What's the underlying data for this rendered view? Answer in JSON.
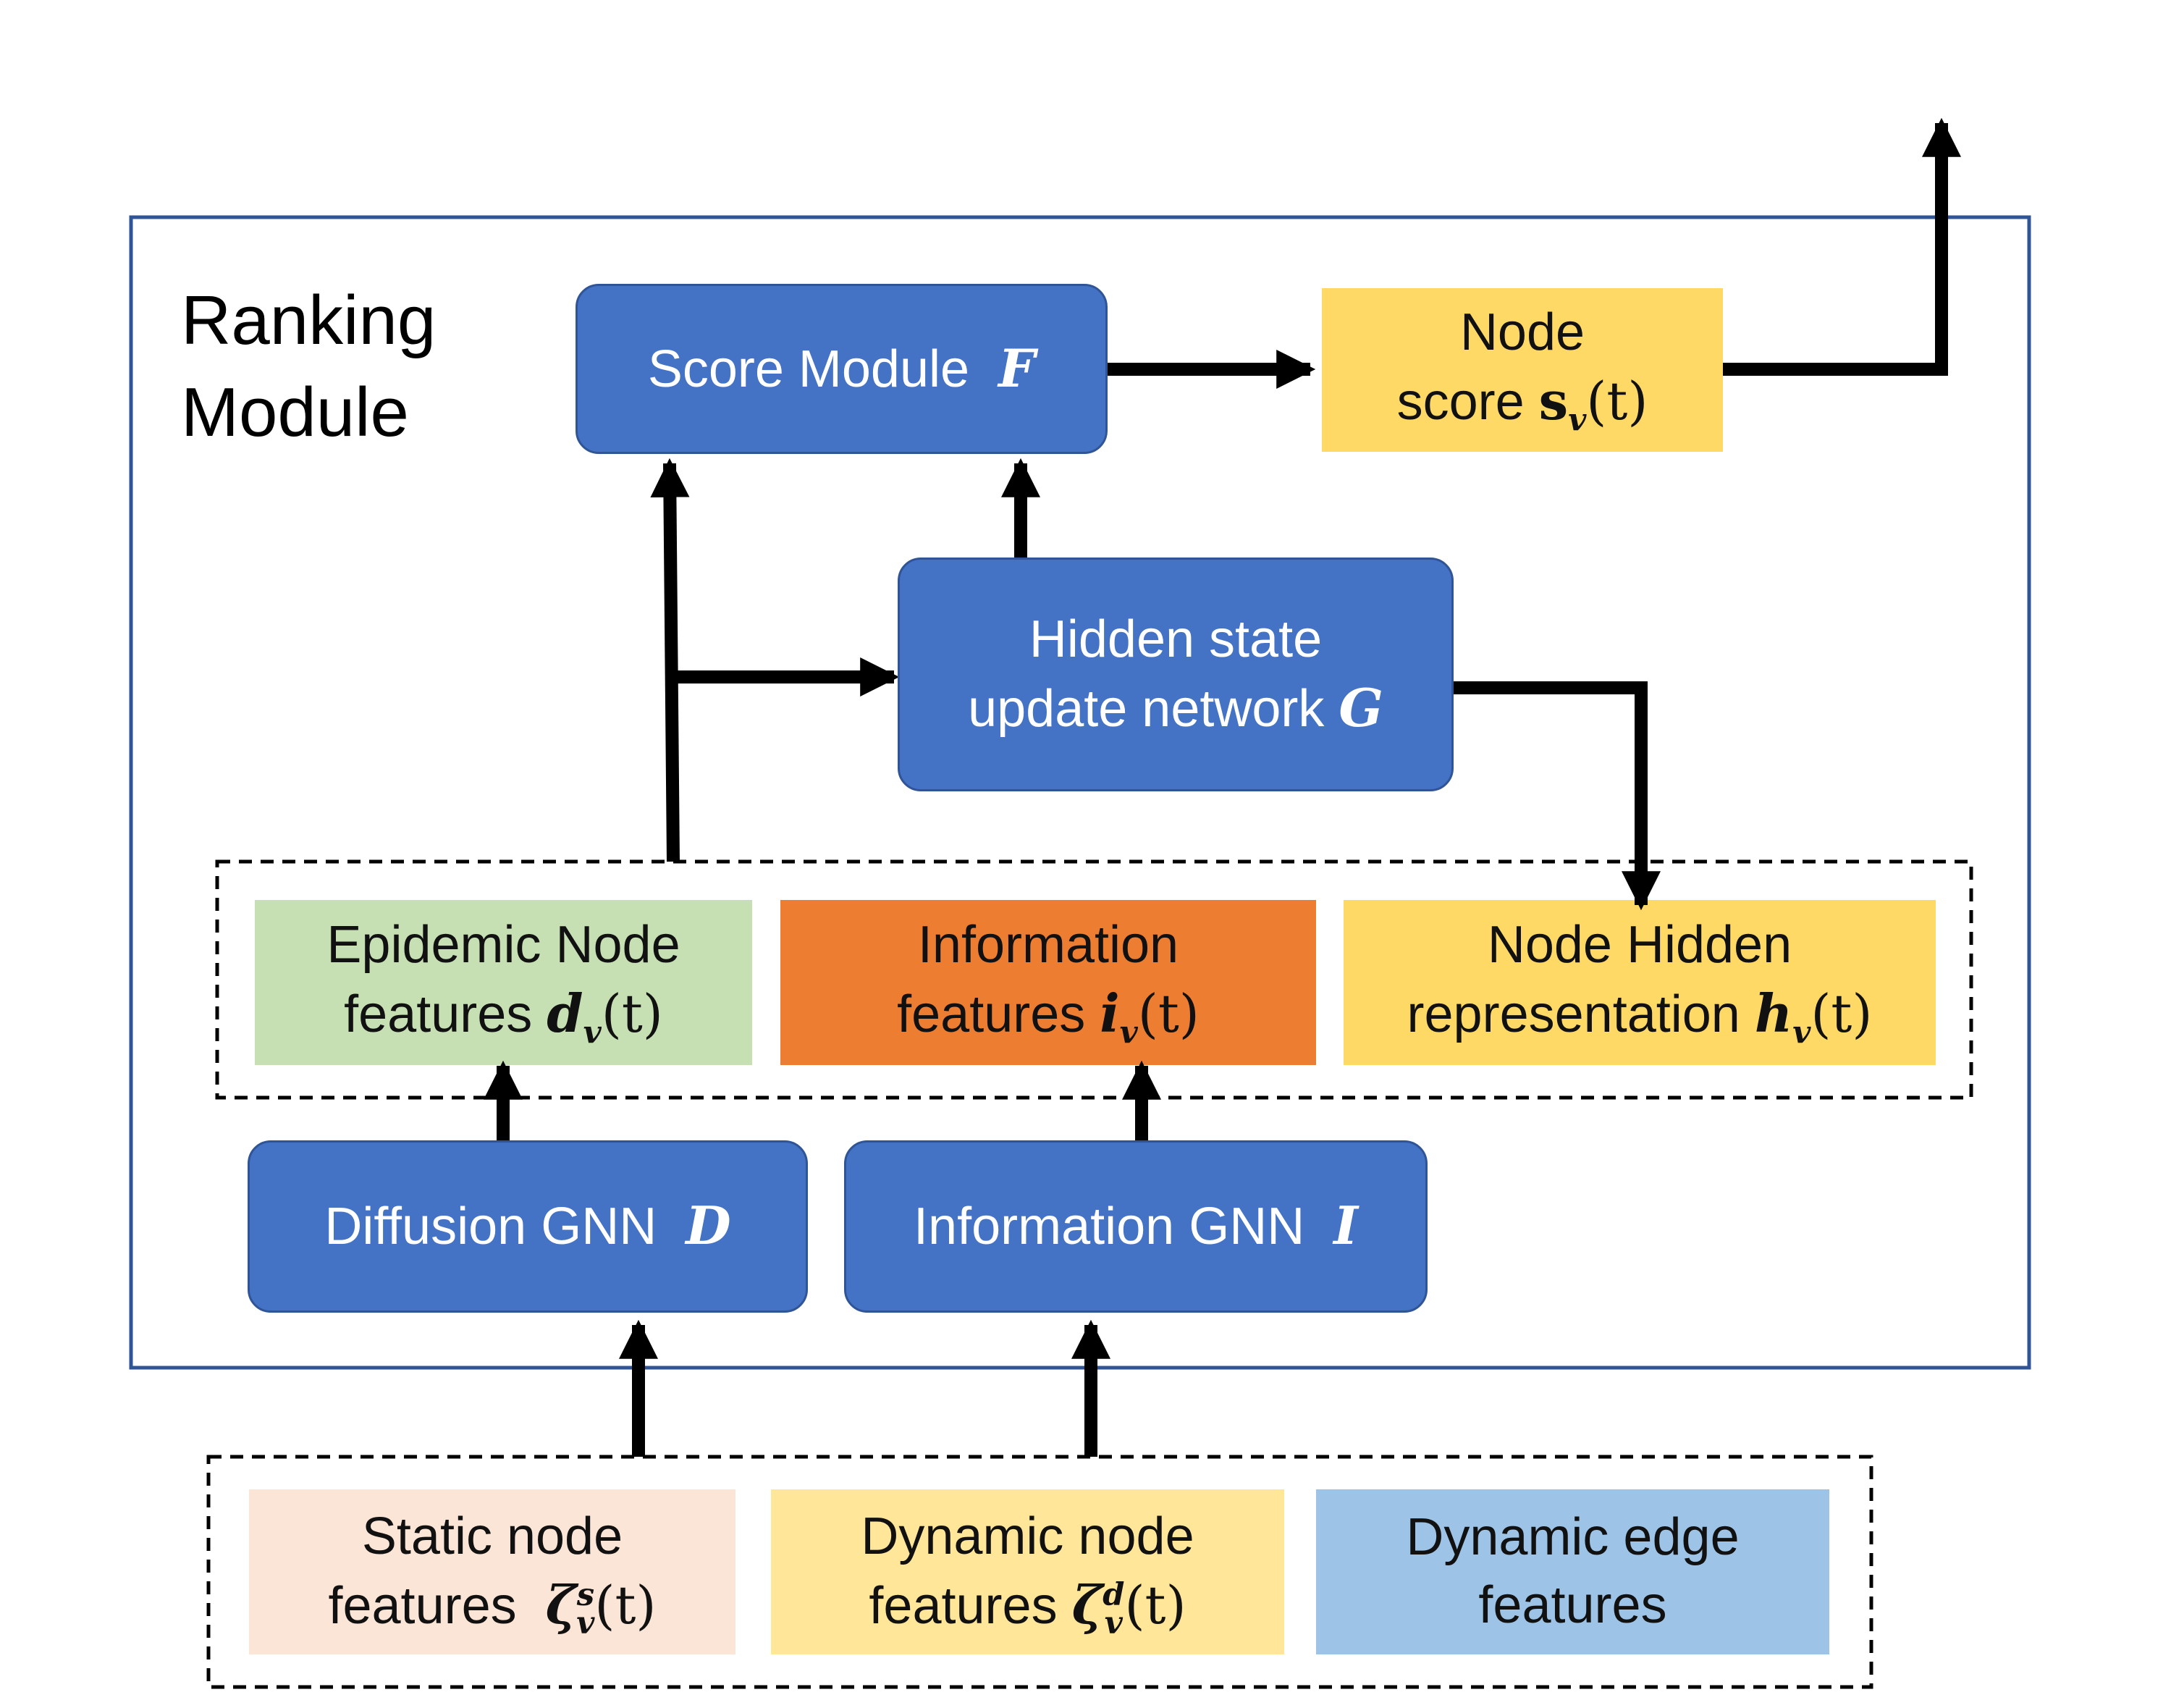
{
  "ranking_module": {
    "title_line1": "Ranking",
    "title_line2": "Module"
  },
  "score_module": {
    "label": "Score Module",
    "symbol": "F"
  },
  "node_score": {
    "line1": "Node",
    "line2_text": "score",
    "symbol": "s",
    "subscript": "v",
    "arg": "(t)"
  },
  "hidden_state": {
    "line1": "Hidden state",
    "line2_text": "update network",
    "symbol": "G"
  },
  "epidemic_features": {
    "line1": "Epidemic Node",
    "line2_text": "features",
    "symbol": "d",
    "subscript": "v",
    "arg": "(t)"
  },
  "information_features": {
    "line1": "Information",
    "line2_text": "features",
    "symbol": "i",
    "subscript": "v",
    "arg": "(t)"
  },
  "node_hidden": {
    "line1": "Node Hidden",
    "line2_text": "representation",
    "symbol": "h",
    "subscript": "v",
    "arg": "(t)"
  },
  "diffusion_gnn": {
    "label": "Diffusion GNN",
    "symbol": "D"
  },
  "information_gnn": {
    "label": "Information GNN",
    "symbol": "I"
  },
  "static_node": {
    "line1": "Static node",
    "line2_text": "features",
    "symbol": "ζ",
    "superscript": "s",
    "subscript": "v",
    "arg": "(t)"
  },
  "dynamic_node": {
    "line1": "Dynamic node",
    "line2_text": "features",
    "symbol": "ζ",
    "superscript": "d",
    "subscript": "v",
    "arg": "(t)"
  },
  "dynamic_edge": {
    "line1": "Dynamic edge",
    "line2": "features"
  },
  "colors": {
    "module_blue": "#4472c4",
    "module_border": "#2f5597",
    "frame_blue": "#2f5597",
    "epidemic_green": "#c6e0b4",
    "information_orange": "#ed7d31",
    "node_yellow": "#ffd966",
    "static_peach": "#fbe5d6",
    "dynamic_yellow": "#ffe699",
    "edge_blue": "#9dc3e6"
  }
}
